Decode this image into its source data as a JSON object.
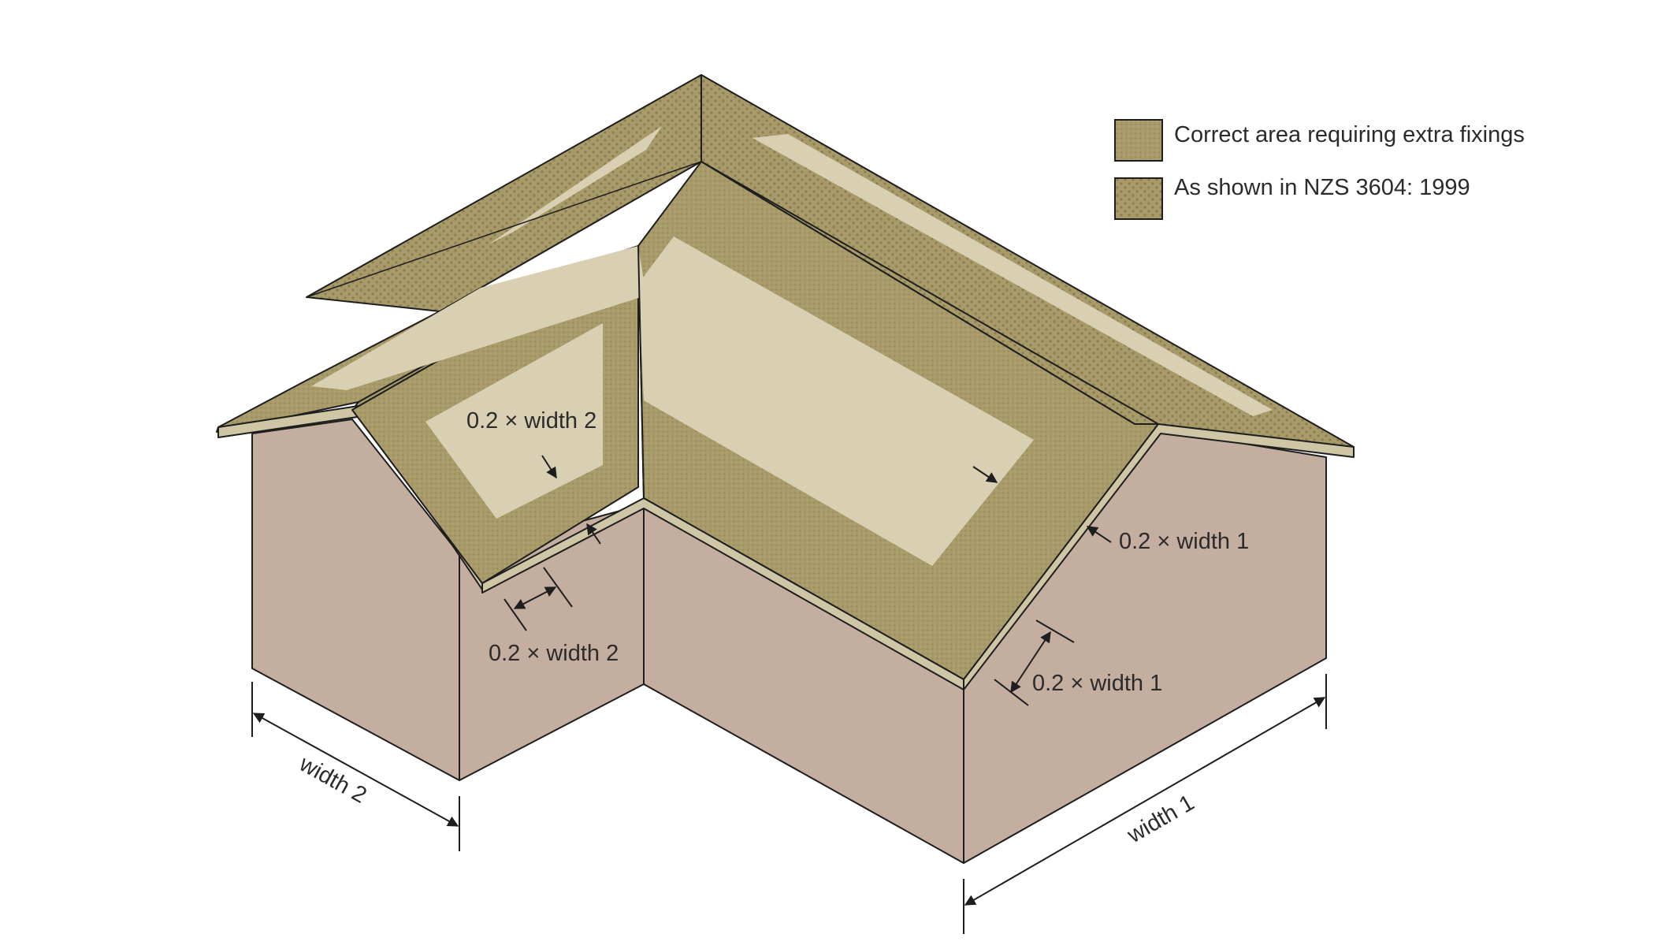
{
  "legend": {
    "items": [
      {
        "label": "Correct area requiring extra fixings",
        "swatch": "fine-dot-texture"
      },
      {
        "label": "As shown in NZS 3604: 1999",
        "swatch": "coarse-dot-texture"
      }
    ]
  },
  "annotations": {
    "inner_width2": "0.2 × width 2",
    "right_width1": "0.2 × width 1",
    "lower_width2": "0.2 × width 2",
    "lower_width1": "0.2 × width 1"
  },
  "dimensions": {
    "width2": "width 2",
    "width1": "width 1"
  },
  "colors": {
    "roof_band": "#a89b69",
    "roof_inner": "#d9d0b3",
    "eave_fascia": "#cfc6a6",
    "wall": "#c4ae9f",
    "outline": "#1e1e1e"
  }
}
